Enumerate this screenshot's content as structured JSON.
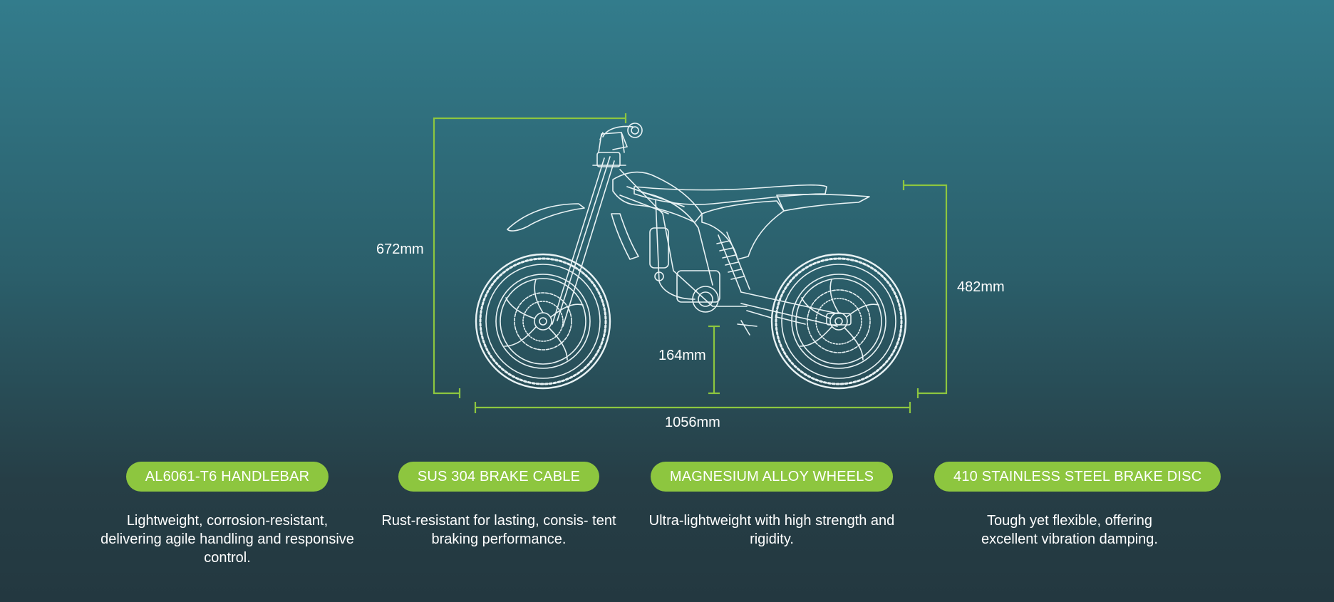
{
  "dimensions": {
    "height_total": "672mm",
    "seat_height": "482mm",
    "ground_clearance": "164mm",
    "wheelbase": "1056mm"
  },
  "colors": {
    "accent": "#8dc63f",
    "line_art": "#e8f2f4",
    "background_top": "#337c8c",
    "background_bottom": "#233840"
  },
  "features": [
    {
      "title": "AL6061-T6 HANDLEBAR",
      "description": "Lightweight, corrosion-resistant, delivering agile handling and responsive control."
    },
    {
      "title": "SUS 304 BRAKE CABLE",
      "description": "Rust-resistant for lasting, consis- tent braking performance."
    },
    {
      "title": "MAGNESIUM ALLOY WHEELS",
      "description": "Ultra-lightweight with high strength and rigidity."
    },
    {
      "title": "410 STAINLESS STEEL BRAKE DISC",
      "description": "Tough yet flexible, offering excellent vibration damping."
    }
  ]
}
